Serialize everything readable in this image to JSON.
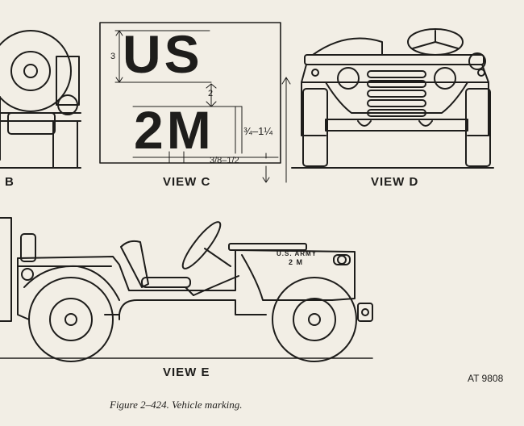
{
  "figure": {
    "caption": "Figure 2–424. Vehicle marking.",
    "identifier": "AT 9808"
  },
  "views": {
    "b_label": "B",
    "c_label": "VIEW C",
    "d_label": "VIEW D",
    "e_label": "VIEW E"
  },
  "view_c": {
    "line1": "US",
    "line2": "2M",
    "dim_height": "3",
    "dim_spacing": "2",
    "dim_stroke": "¾–1¼",
    "dim_gap": "3/8–1/2"
  },
  "view_e": {
    "hood_line1": "U.S. ARMY",
    "hood_line2": "2 M"
  }
}
